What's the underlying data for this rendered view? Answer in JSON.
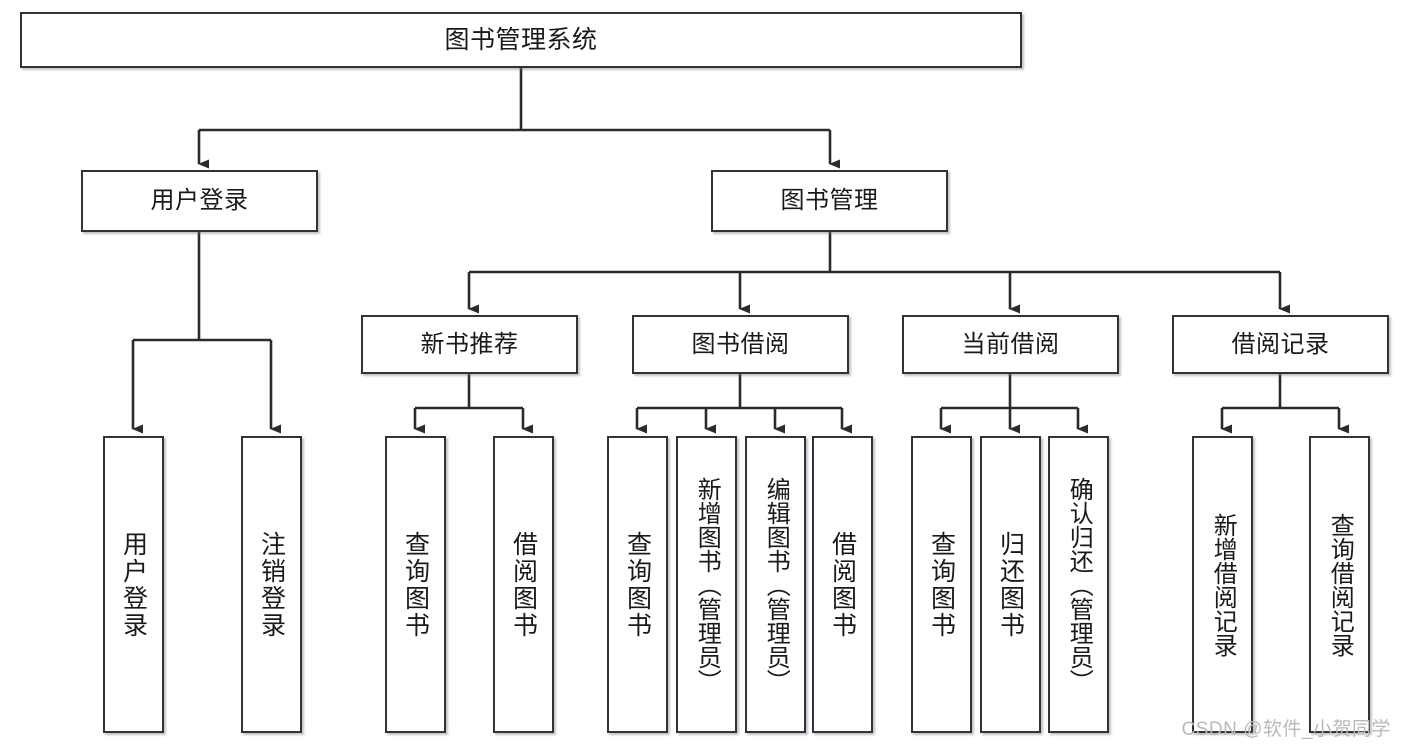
{
  "diagram": {
    "type": "tree-hierarchy",
    "title": "图书管理系统",
    "watermark": "CSDN @软件_小贺同学",
    "colors": {
      "box_border": "#32323a",
      "box_fill": "#ffffff",
      "connector": "#2b2b2b",
      "text": "#1a1a1a",
      "watermark": "#b9b9bb",
      "canvas": "#ffffff"
    },
    "levels": 4
  },
  "nodes": {
    "root": {
      "label": "图书管理系统"
    },
    "level2": [
      {
        "id": "user-login",
        "label": "用户登录"
      },
      {
        "id": "book-manage",
        "label": "图书管理"
      }
    ],
    "level3": [
      {
        "id": "new-book-recommend",
        "label": "新书推荐"
      },
      {
        "id": "book-borrow",
        "label": "图书借阅"
      },
      {
        "id": "current-borrow",
        "label": "当前借阅"
      },
      {
        "id": "borrow-record",
        "label": "借阅记录"
      }
    ],
    "leaves": {
      "user_login": [
        {
          "id": "leaf-user-login",
          "label": "用户登录"
        },
        {
          "id": "leaf-user-logout",
          "label": "注销登录"
        }
      ],
      "new_book_recommend": [
        {
          "id": "leaf-query-book-1",
          "label": "查询图书"
        },
        {
          "id": "leaf-borrow-book-1",
          "label": "借阅图书"
        }
      ],
      "book_borrow": [
        {
          "id": "leaf-query-book-2",
          "label": "查询图书"
        },
        {
          "id": "leaf-add-book",
          "label": "新增图书（管理员）"
        },
        {
          "id": "leaf-edit-book",
          "label": "编辑图书（管理员）"
        },
        {
          "id": "leaf-borrow-book-2",
          "label": "借阅图书"
        }
      ],
      "current_borrow": [
        {
          "id": "leaf-query-book-3",
          "label": "查询图书"
        },
        {
          "id": "leaf-return-book",
          "label": "归还图书"
        },
        {
          "id": "leaf-confirm-return",
          "label": "确认归还（管理员）"
        }
      ],
      "borrow_record": [
        {
          "id": "leaf-add-record",
          "label": "新增借阅记录"
        },
        {
          "id": "leaf-query-record",
          "label": "查询借阅记录"
        }
      ]
    }
  }
}
